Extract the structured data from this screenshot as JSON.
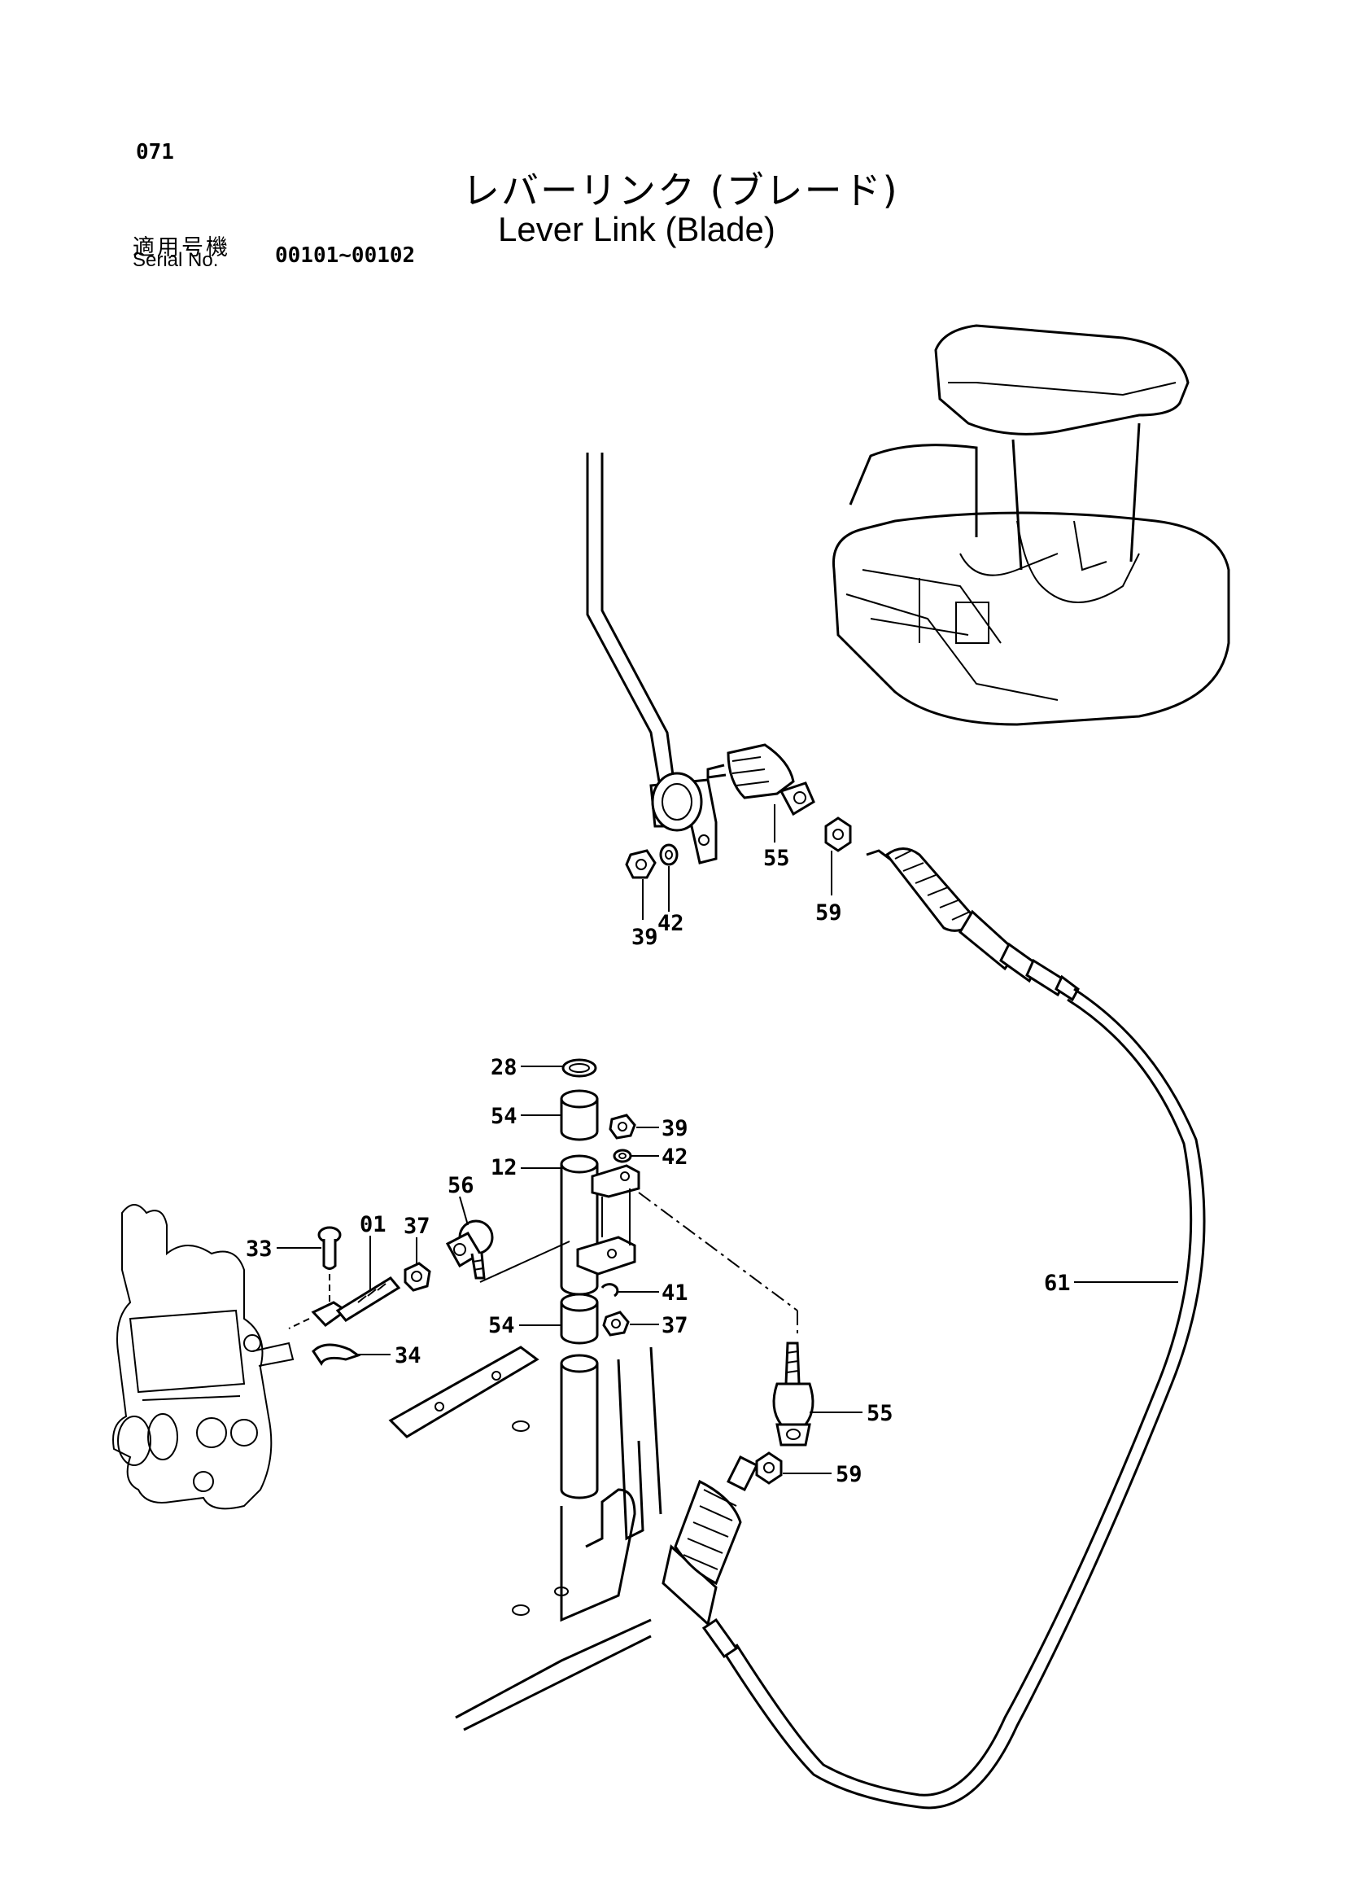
{
  "page": {
    "number": "071",
    "title_jp": "レバーリンク (ブレード)",
    "title_en": "Lever Link (Blade)",
    "serial_label_jp": "適用号機",
    "serial_label_en": "Serial No.",
    "serial_range": "00101~00102"
  },
  "callouts": {
    "c39a": "39",
    "c42a": "42",
    "c55a": "55",
    "c59a": "59",
    "c28": "28",
    "c54a": "54",
    "c39b": "39",
    "c42b": "42",
    "c12": "12",
    "c33": "33",
    "c01": "01",
    "c37a": "37",
    "c56": "56",
    "c41": "41",
    "c54b": "54",
    "c37b": "37",
    "c34": "34",
    "c55b": "55",
    "c59b": "59",
    "c61": "61"
  }
}
